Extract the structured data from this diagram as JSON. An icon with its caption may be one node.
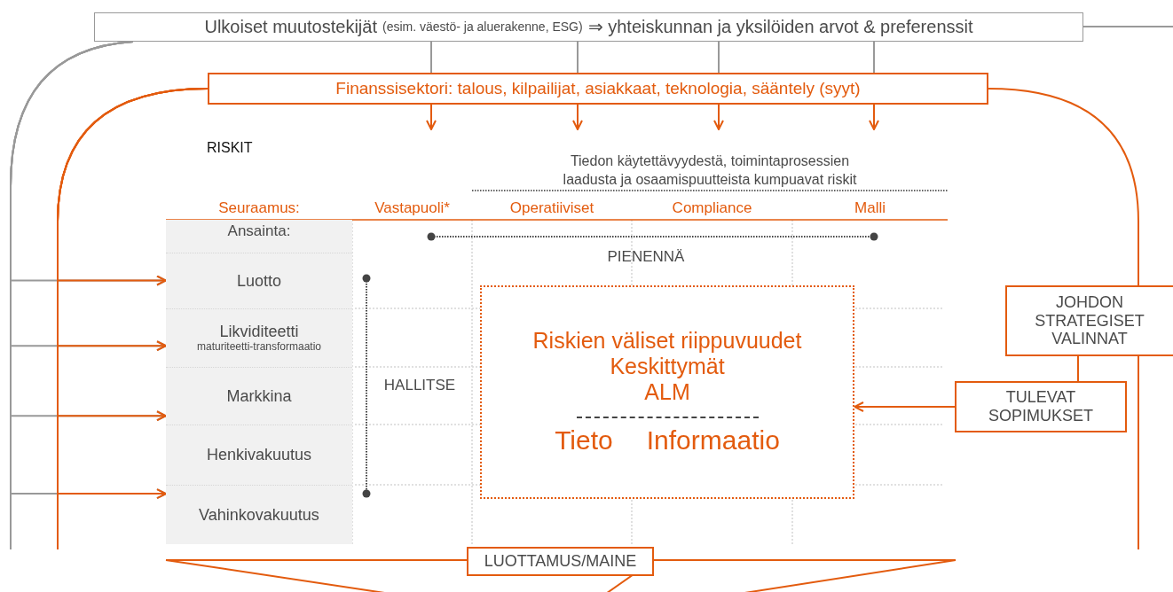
{
  "diagram": {
    "nodes": [
      {
        "text": [
          "Ulkoiset muutostekijät",
          "(esim. väestö- ja aluerakenne, ESG)",
          "⇒ yhteiskunnan ja yksilöiden arvot & preferenssit"
        ]
      },
      {
        "text": [
          "Finanssisektori: talous, kilpailijat, asiakkaat, teknologia, sääntely (syyt)"
        ]
      },
      {
        "text": [
          "Luotto"
        ]
      },
      {
        "text": [
          "Likviditeetti",
          "maturiteetti-transformaatio"
        ]
      },
      {
        "text": [
          "Markkina"
        ]
      },
      {
        "text": [
          "Henkivakuutus"
        ]
      },
      {
        "text": [
          "Vahinkovakuutus"
        ]
      },
      {
        "text": [
          "Riskien väliset riippuvuudet",
          "Keskittymät",
          "ALM",
          "Tieto",
          "Informaatio"
        ]
      },
      {
        "text": [
          "JOHDON STRATEGISET VALINNAT"
        ]
      },
      {
        "text": [
          "TULEVAT SOPIMUKSET"
        ]
      },
      {
        "text": [
          "LUOTTAMUS/MAINE"
        ]
      }
    ],
    "edges": [
      {
        "from": 0,
        "to": 1,
        "arrow": "none",
        "color": "#999999"
      },
      {
        "from": 0,
        "to": 1,
        "arrow": "none",
        "color": "#999999"
      },
      {
        "from": 0,
        "to": 1,
        "arrow": "none",
        "color": "#999999"
      },
      {
        "from": 0,
        "to": 1,
        "arrow": "none",
        "color": "#999999"
      },
      {
        "from": 1,
        "to": null,
        "arrow": "to"
      },
      {
        "from": 1,
        "to": null,
        "arrow": "to"
      },
      {
        "from": 1,
        "to": null,
        "arrow": "to"
      },
      {
        "from": 1,
        "to": null,
        "arrow": "to"
      },
      {
        "from": 0,
        "to": null,
        "arrow": "none",
        "color": "#999999"
      },
      {
        "from": 0,
        "to": 2,
        "arrow": "to",
        "color": "#999999"
      },
      {
        "from": 0,
        "to": 3,
        "arrow": "to",
        "color": "#999999"
      },
      {
        "from": 0,
        "to": 4,
        "arrow": "to",
        "color": "#999999"
      },
      {
        "from": 0,
        "to": 6,
        "arrow": "to",
        "color": "#999999"
      },
      {
        "from": 1,
        "to": 2,
        "arrow": "to"
      },
      {
        "from": 1,
        "to": 3,
        "arrow": "to"
      },
      {
        "from": 1,
        "to": 4,
        "arrow": "to"
      },
      {
        "from": 1,
        "to": 6,
        "arrow": "to"
      },
      {
        "from": 1,
        "to": null,
        "arrow": "none"
      },
      {
        "from": 8,
        "to": 9,
        "arrow": "none"
      },
      {
        "from": 9,
        "to": 7,
        "arrow": "to"
      }
    ],
    "labels": [
      "RISKIT",
      "Tiedon käytettävyydestä, toimintaprosessien laadusta ja osaamispuutteista kumpuavat riskit",
      "Seuraamus:",
      "Vastapuoli*",
      "Operatiiviset",
      "Compliance",
      "Malli",
      "Ansainta:",
      "PIENENNÄ",
      "HALLITSE"
    ]
  }
}
